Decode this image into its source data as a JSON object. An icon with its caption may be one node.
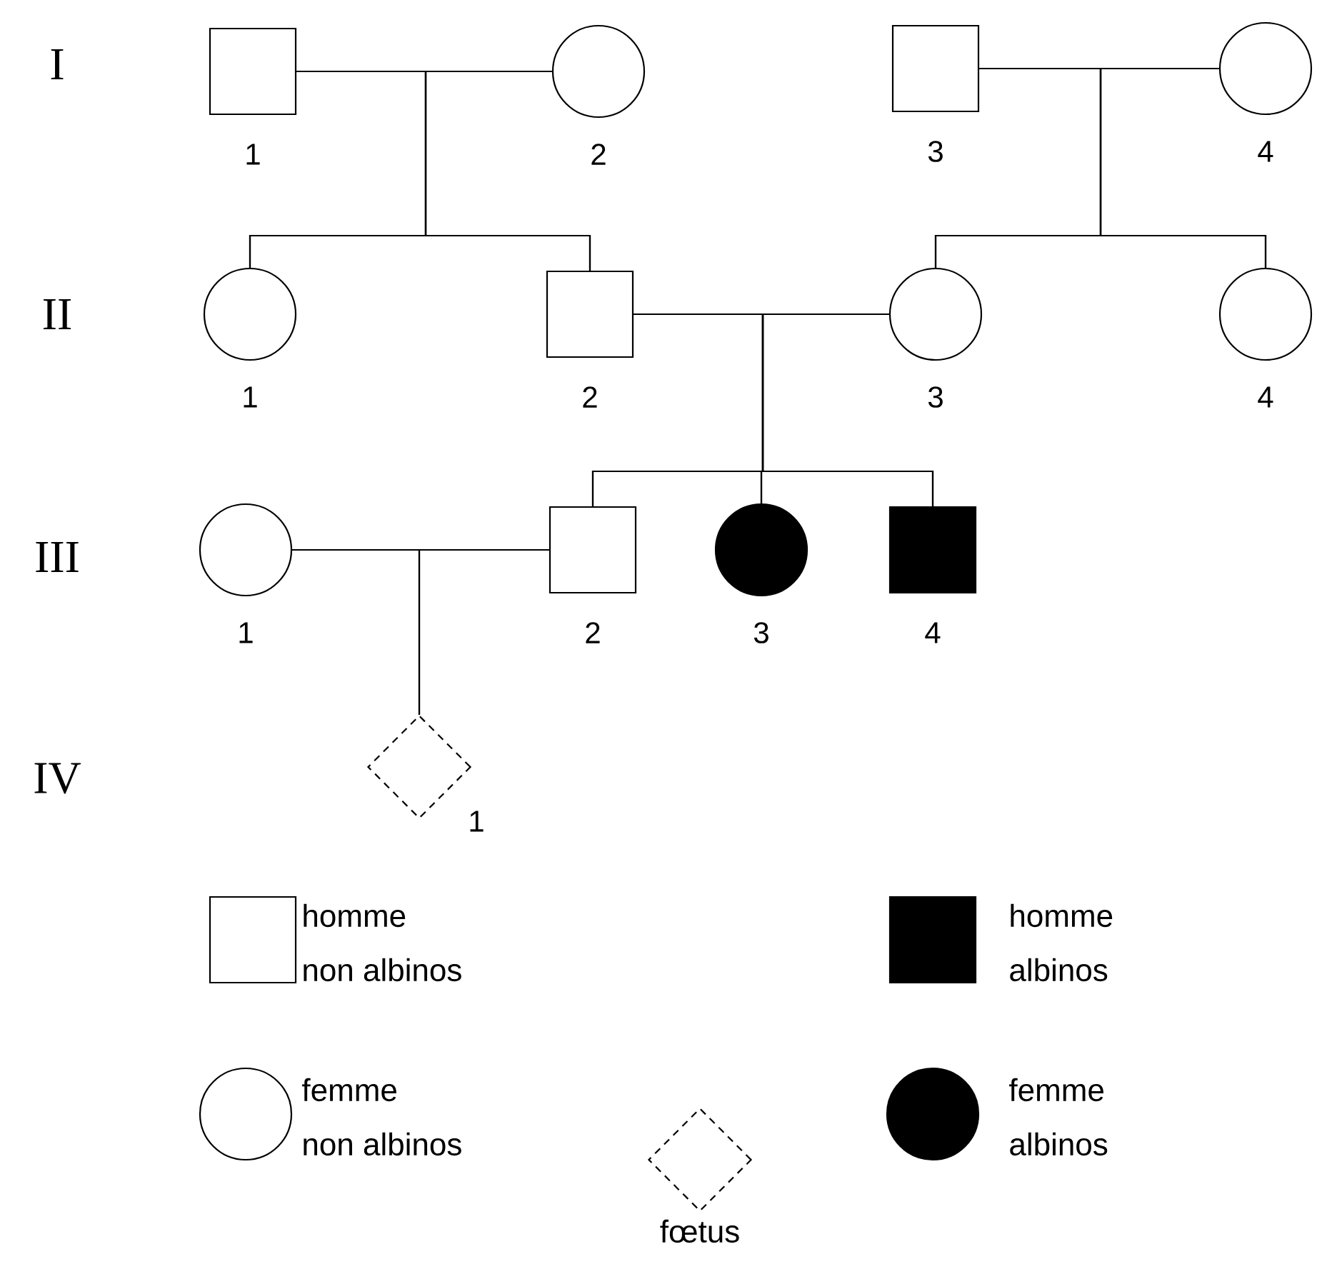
{
  "diagram": {
    "nodes": [
      {
        "text": [],
        "shape": "box",
        "beside": [
          "1"
        ]
      },
      {
        "text": [],
        "shape": "circle",
        "beside": [
          "2"
        ]
      },
      {
        "text": [],
        "shape": "box",
        "beside": [
          "3"
        ]
      },
      {
        "text": [],
        "shape": "circle",
        "beside": [
          "4"
        ]
      },
      {
        "text": [],
        "shape": "circle",
        "beside": [
          "1"
        ]
      },
      {
        "text": [],
        "shape": "box",
        "beside": [
          "2"
        ]
      },
      {
        "text": [],
        "shape": "circle",
        "beside": [
          "3"
        ]
      },
      {
        "text": [],
        "shape": "circle",
        "beside": [
          "4"
        ]
      },
      {
        "text": [],
        "shape": "circle",
        "beside": [
          "1"
        ]
      },
      {
        "text": [],
        "shape": "box",
        "beside": [
          "2"
        ]
      },
      {
        "text": [],
        "shape": "circle",
        "beside": [
          "3"
        ]
      },
      {
        "text": [],
        "shape": "box",
        "beside": [
          "4"
        ]
      },
      {
        "text": [],
        "shape": "diamond",
        "beside": [
          "1"
        ]
      }
    ],
    "edges": [
      {
        "from": 0,
        "to": 1,
        "arrow": "none"
      },
      {
        "from": 0,
        "to": 4,
        "arrow": "none"
      },
      {
        "from": 0,
        "to": 5,
        "arrow": "none"
      },
      {
        "from": 1,
        "to": 4,
        "arrow": "none"
      },
      {
        "from": 1,
        "to": 5,
        "arrow": "none"
      },
      {
        "from": 2,
        "to": 3,
        "arrow": "none"
      },
      {
        "from": 2,
        "to": 6,
        "arrow": "none"
      },
      {
        "from": 2,
        "to": 7,
        "arrow": "none"
      },
      {
        "from": 3,
        "to": 6,
        "arrow": "none"
      },
      {
        "from": 3,
        "to": 7,
        "arrow": "none"
      },
      {
        "from": 5,
        "to": 6,
        "arrow": "none"
      },
      {
        "from": 5,
        "to": 9,
        "arrow": "none"
      },
      {
        "from": 5,
        "to": 10,
        "arrow": "none"
      },
      {
        "from": 5,
        "to": 11,
        "arrow": "none"
      },
      {
        "from": 6,
        "to": 9,
        "arrow": "none"
      },
      {
        "from": 6,
        "to": 10,
        "arrow": "none"
      },
      {
        "from": 6,
        "to": 11,
        "arrow": "none"
      },
      {
        "from": 8,
        "to": 9,
        "arrow": "none"
      },
      {
        "from": 8,
        "to": 12,
        "arrow": "none"
      },
      {
        "from": 9,
        "to": 12,
        "arrow": "none"
      }
    ],
    "labels": [
      "I",
      "II",
      "III",
      "IV"
    ],
    "legend": [
      {
        "text": "homme non albinos"
      },
      {
        "text": "homme albinos"
      },
      {
        "text": "femme non albinos"
      },
      {
        "text": "femme albinos"
      },
      {
        "text": "fœtus"
      }
    ]
  }
}
